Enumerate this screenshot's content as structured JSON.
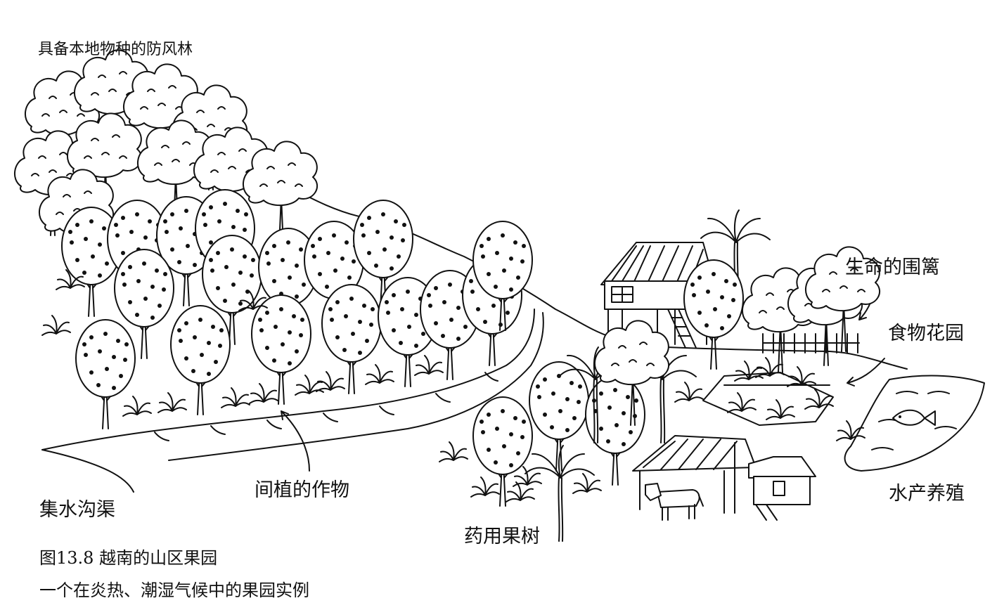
{
  "labels": {
    "windbreak": "具备本地物种的防风林",
    "living_fence": "生命的围篱",
    "food_garden": "食物花园",
    "intercrop": "间植的作物",
    "aquaculture": "水产养殖",
    "catchment": "集水沟渠",
    "medicinal_fruit": "药用果树"
  },
  "caption": {
    "title": "图13.8  越南的山区果园",
    "subtitle": "一个在炎热、潮湿气候中的果园实例"
  },
  "colors": {
    "ink": "#111111",
    "paper": "#ffffff"
  },
  "icons": [
    "tree-icon",
    "palm-tree-icon",
    "stilt-house-icon",
    "hut-icon",
    "cow-icon",
    "fish-icon",
    "fence-icon",
    "plant-icon"
  ]
}
